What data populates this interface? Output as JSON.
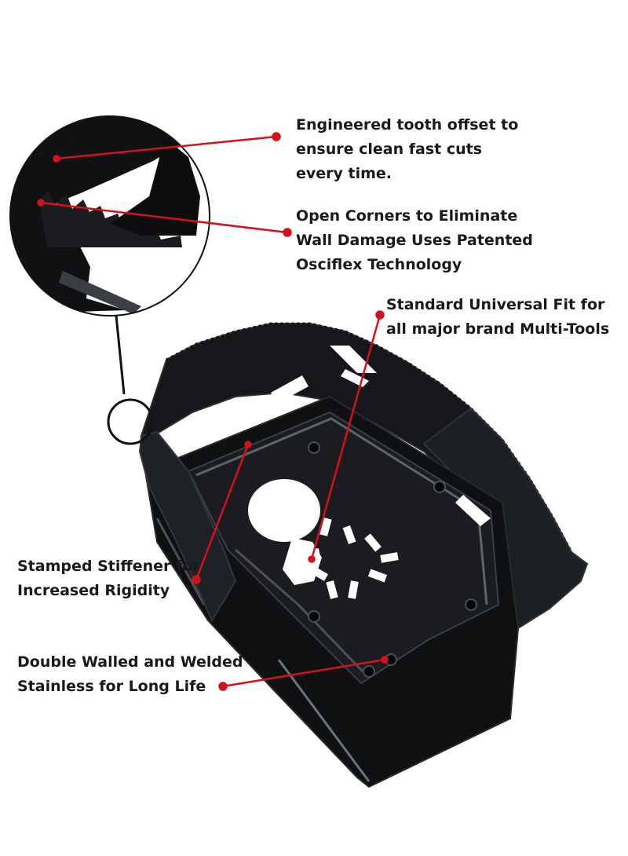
{
  "colors": {
    "blade": "#111214",
    "blade_edge": "#2b2e33",
    "steel_highlight": "#6c737c",
    "pointer": "#d3121b",
    "text": "#1a1a1a",
    "background": "#ffffff"
  },
  "callouts": [
    {
      "id": "tooth-offset",
      "text": "Engineered tooth offset to\nensure clean fast cuts\nevery time."
    },
    {
      "id": "open-corners",
      "text": "Open Corners to Eliminate\nWall Damage Uses Patented\nOsciflex Technology"
    },
    {
      "id": "universal-fit",
      "text": "Standard Universal Fit for\nall major brand Multi-Tools"
    },
    {
      "id": "stiffener",
      "text": "Stamped Stiffener for\nIncreased Rigidity"
    },
    {
      "id": "double-walled",
      "text": "Double Walled and Welded\nStainless for Long Life"
    }
  ]
}
